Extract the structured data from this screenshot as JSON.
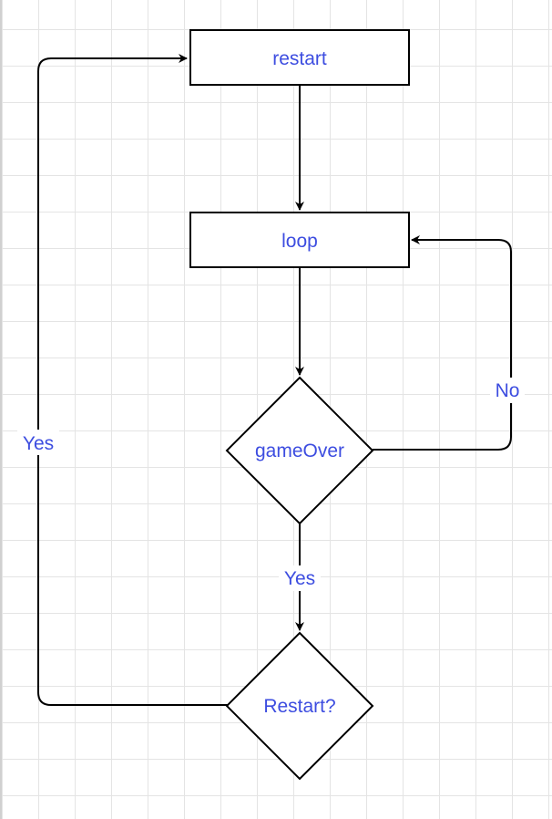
{
  "nodes": {
    "restart": "restart",
    "loop": "loop",
    "game_over": "gameOver",
    "restart_question": "Restart?"
  },
  "edges": {
    "game_over_no": "No",
    "game_over_yes": "Yes",
    "restart_yes": "Yes"
  },
  "colors": {
    "label": "#3d4de0",
    "stroke": "#000000",
    "grid": "#e4e4e4"
  }
}
